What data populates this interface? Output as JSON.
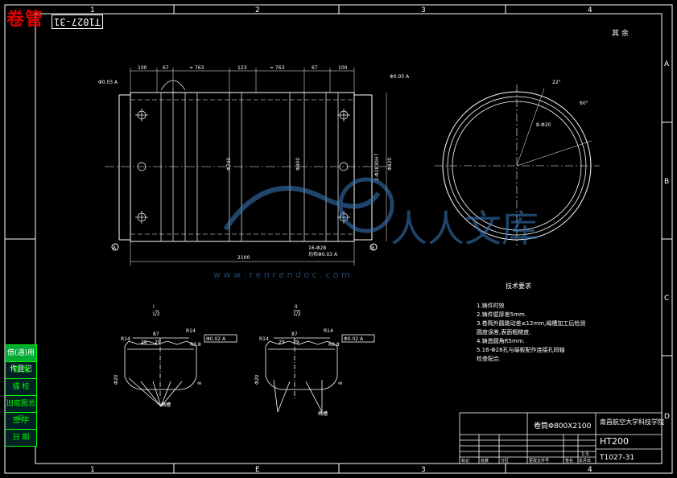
{
  "header": {
    "part_name": "卷管",
    "drawing_code": "T1027-31"
  },
  "border": {
    "col_labels_top": [
      "1",
      "2",
      "3",
      "4"
    ],
    "col_labels_bottom": [
      "1",
      "E",
      "3",
      "4"
    ],
    "row_labels": [
      "A",
      "B",
      "C",
      "D"
    ]
  },
  "notes_corner": "其 余",
  "main_view": {
    "dims_top": [
      "100",
      "67",
      "≈ 763",
      "123",
      "≈ 763",
      "67",
      "100"
    ],
    "dim_total": "2100",
    "dim_diam_a": "Φ740",
    "dim_diam_b": "Φ800",
    "dim_diam_c": "Φ820",
    "dim_holes": "2-Φ2830H7",
    "left_tag": "Φ0.03 A",
    "right_tag": "Φ0.03 A",
    "callout_1": "16-Φ28",
    "callout_2": "均布Φ0.03 A",
    "section_mark_left": "A",
    "section_mark_right": "B"
  },
  "side_view": {
    "angle_a": "22°",
    "angle_b": "60°",
    "note": "8-Φ20"
  },
  "tech_req": {
    "title": "技术要求",
    "items": [
      "1.铸件时效",
      "2.铸件壁厚差5mm.",
      "3.卷筒外圆跳动差≤12mm,绳槽加工后检测",
      "  圆度误差,表面粗糙度.",
      "4.铸造圆角R5mm.",
      "5.16-Φ28孔与端板配作连接孔同轴",
      "  检查配合."
    ]
  },
  "detail_views": [
    {
      "roman": "I",
      "scale": "1/2",
      "r_left": "R14",
      "r_right": "R14",
      "width": "87",
      "w1": "29",
      "w2": "29",
      "r_small": "R0.8",
      "tol": "Φ0.02 A",
      "h": "Φ20",
      "h2": "8",
      "label_bottom": "绳槽"
    },
    {
      "roman": "II",
      "scale": "1/2",
      "r_left": "R14",
      "r_right": "R14",
      "width": "87",
      "w1": "29",
      "w2": "29",
      "r_small": "R0.8",
      "tol": "Φ0.02 A",
      "h": "Φ20",
      "h2": "8",
      "label_bottom": "绳槽"
    }
  ],
  "sidebar": {
    "items": [
      "借(通)用件登记",
      "描 图",
      "描 校",
      "旧底图总号",
      "签 字",
      "日 期"
    ]
  },
  "title_block": {
    "part": "卷筒Φ800X2100",
    "org": "南昌航空大学科技学院",
    "material": "HT200",
    "code": "T1027-31",
    "scale": "1:5",
    "row_labels": [
      "标记",
      "处数",
      "分区",
      "更改文件号",
      "签名",
      "年月日"
    ]
  },
  "watermark": {
    "text": "人人文库",
    "url": "w w w . r e n r e n d o c . c o m"
  }
}
